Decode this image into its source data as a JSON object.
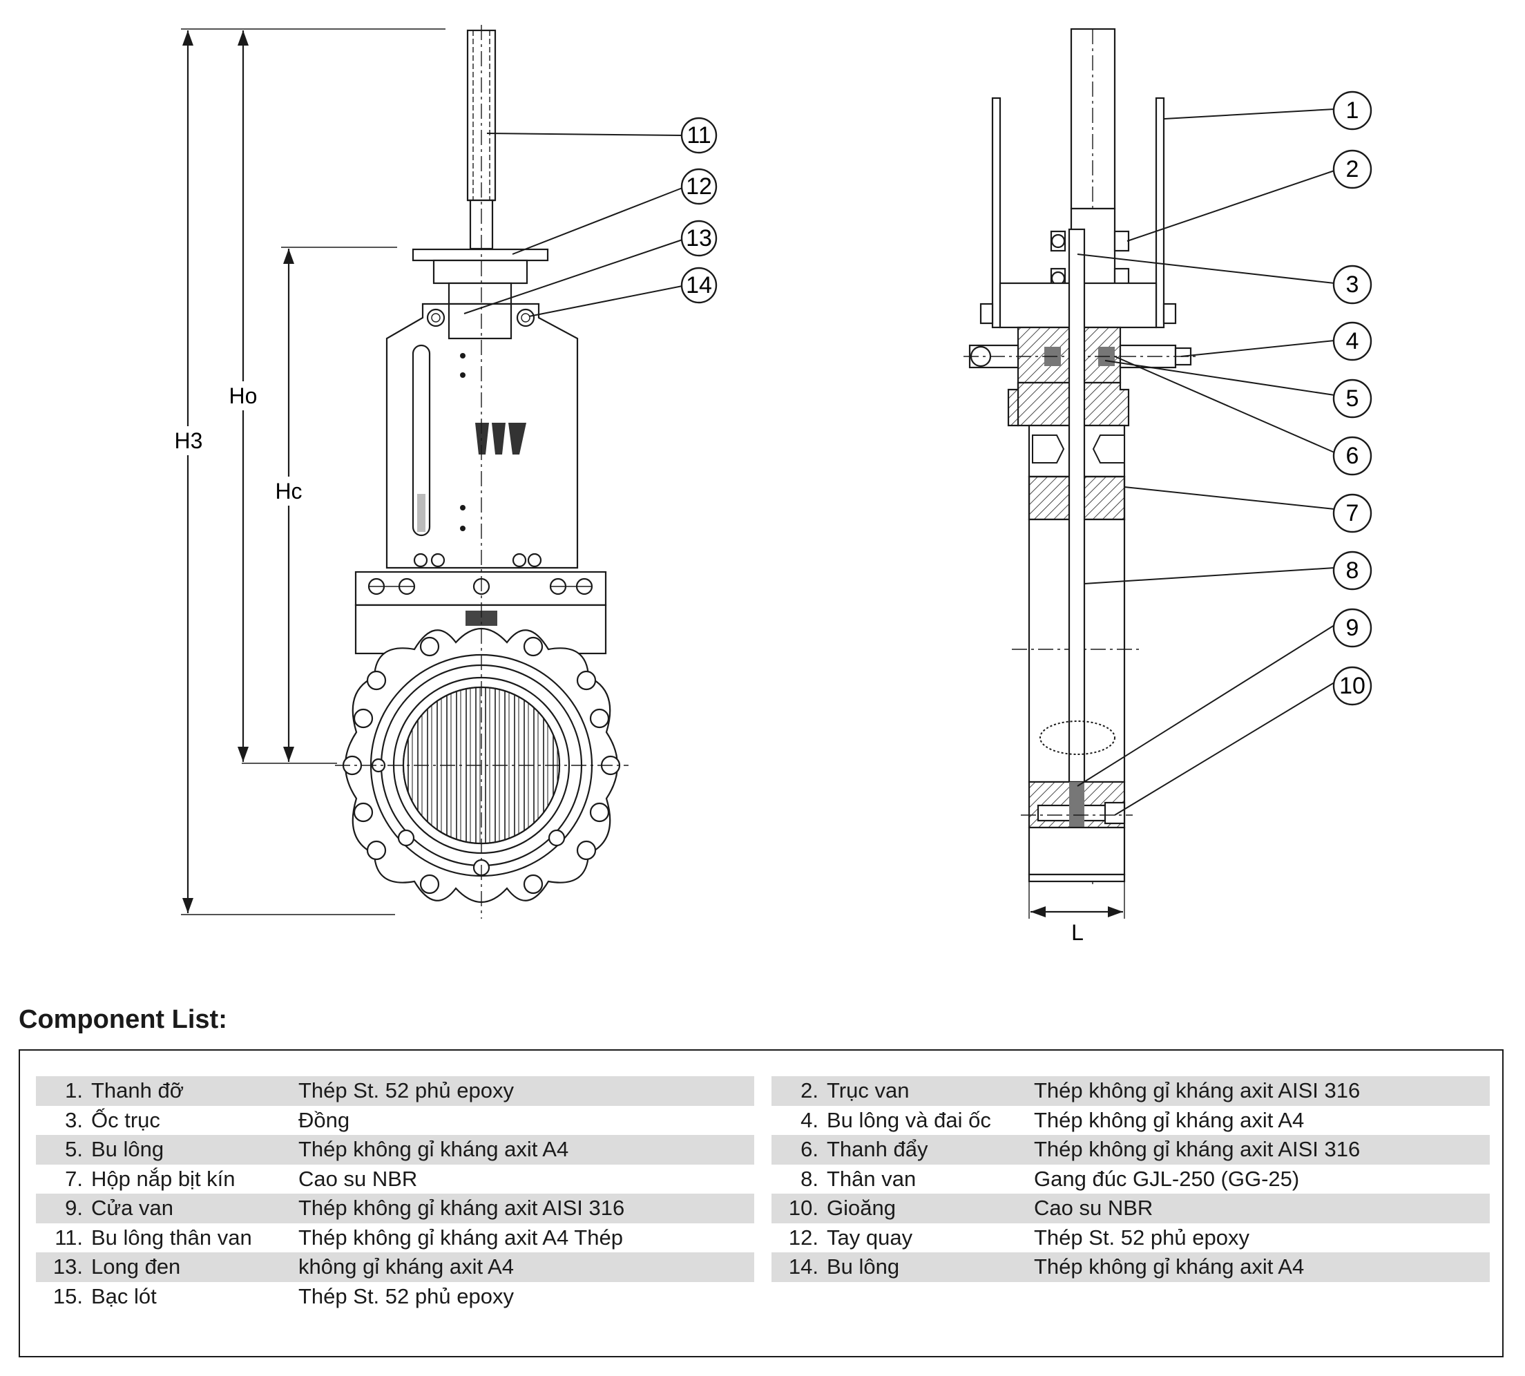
{
  "dimensions": {
    "h3": "H3",
    "ho": "Ho",
    "hc": "Hc",
    "l": "L"
  },
  "callouts": [
    "1",
    "2",
    "3",
    "4",
    "5",
    "6",
    "7",
    "8",
    "9",
    "10",
    "11",
    "12",
    "13",
    "14"
  ],
  "component_list": {
    "title": "Component List:",
    "left": [
      {
        "num": "1.",
        "name": "Thanh đỡ",
        "material": "Thép St. 52 phủ epoxy"
      },
      {
        "num": "3.",
        "name": "Ốc trục",
        "material": "Đồng"
      },
      {
        "num": "5.",
        "name": "Bu lông",
        "material": "Thép không gỉ kháng axit A4"
      },
      {
        "num": "7.",
        "name": "Hộp nắp bịt kín",
        "material": "Cao su NBR"
      },
      {
        "num": "9.",
        "name": "Cửa van",
        "material": "Thép không gỉ kháng axit AISI 316"
      },
      {
        "num": "11.",
        "name": "Bu lông thân van",
        "material": "Thép không gỉ kháng axit A4 Thép"
      },
      {
        "num": "13.",
        "name": "Long đen",
        "material": "không gỉ kháng axit A4"
      },
      {
        "num": "15.",
        "name": "Bạc lót",
        "material": "Thép St. 52 phủ epoxy"
      }
    ],
    "right": [
      {
        "num": "2.",
        "name": "Trục van",
        "material": "Thép không gỉ kháng axit AISI 316"
      },
      {
        "num": "4.",
        "name": "Bu lông và đai ốc",
        "material": "Thép không gỉ kháng axit A4"
      },
      {
        "num": "6.",
        "name": "Thanh đẩy",
        "material": "Thép không gỉ kháng axit AISI 316"
      },
      {
        "num": "8.",
        "name": "Thân van",
        "material": "Gang đúc GJL-250 (GG-25)"
      },
      {
        "num": "10.",
        "name": "Gioăng",
        "material": "Cao su NBR"
      },
      {
        "num": "12.",
        "name": "Tay quay",
        "material": "Thép St. 52 phủ epoxy"
      },
      {
        "num": "14.",
        "name": "Bu lông",
        "material": "Thép không gỉ kháng axit A4"
      }
    ]
  }
}
